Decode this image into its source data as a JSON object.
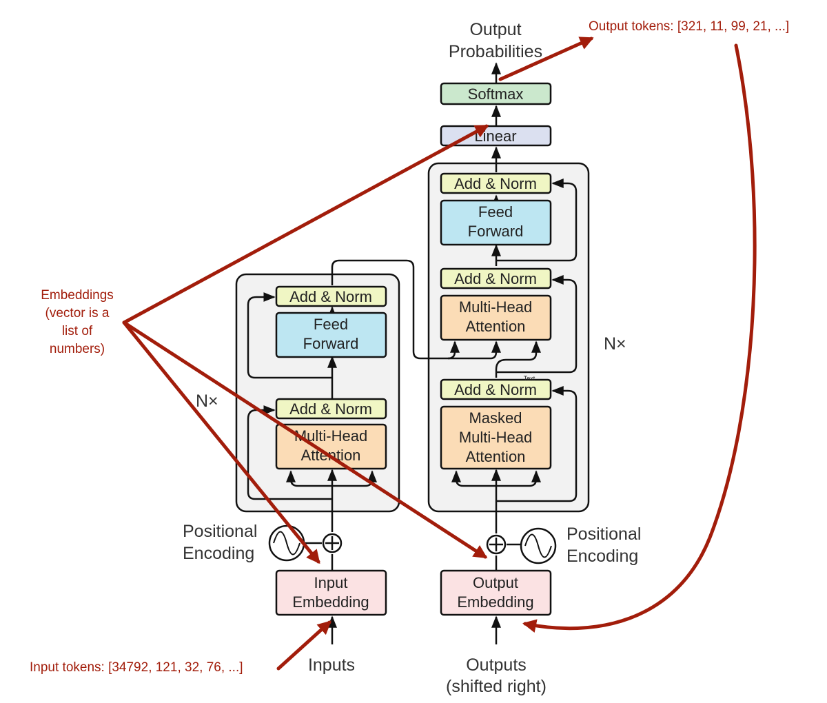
{
  "colors": {
    "red_annotation": "#a21d0b",
    "add_norm_fill": "#f0f6c4",
    "feed_forward_fill": "#bde6f2",
    "attention_fill": "#fbdcb6",
    "embedding_fill": "#fbe2e3",
    "softmax_fill": "#cbe8cd",
    "linear_fill": "#dbe0f0",
    "stack_fill": "#f2f2f2"
  },
  "encoder": {
    "add_norm_top": "Add & Norm",
    "ff_line1": "Feed",
    "ff_line2": "Forward",
    "add_norm_bottom": "Add & Norm",
    "mha_line1": "Multi-Head",
    "mha_line2": "Attention",
    "nx": "N×"
  },
  "decoder": {
    "add_norm_top": "Add & Norm",
    "ff_line1": "Feed",
    "ff_line2": "Forward",
    "add_norm_mid": "Add & Norm",
    "mha_line1": "Multi-Head",
    "mha_line2": "Attention",
    "add_norm_bottom": "Add & Norm",
    "tiny_text": "Text",
    "masked_line1": "Masked",
    "masked_line2": "Multi-Head",
    "masked_line3": "Attention",
    "nx": "N×"
  },
  "head": {
    "linear": "Linear",
    "softmax": "Softmax",
    "output_line1": "Output",
    "output_line2": "Probabilities"
  },
  "input_side": {
    "embedding_line1": "Input",
    "embedding_line2": "Embedding",
    "positional_line1": "Positional",
    "positional_line2": "Encoding",
    "inputs": "Inputs"
  },
  "output_side": {
    "embedding_line1": "Output",
    "embedding_line2": "Embedding",
    "positional_line1": "Positional",
    "positional_line2": "Encoding",
    "outputs_line1": "Outputs",
    "outputs_line2": "(shifted right)"
  },
  "annotations": {
    "output_tokens": "Output tokens: [321, 11, 99, 21, ...]",
    "input_tokens": "Input tokens: [34792, 121, 32, 76, ...]",
    "emb_line1": "Embeddings",
    "emb_line2": "(vector is a",
    "emb_line3": "list of",
    "emb_line4": "numbers)"
  }
}
